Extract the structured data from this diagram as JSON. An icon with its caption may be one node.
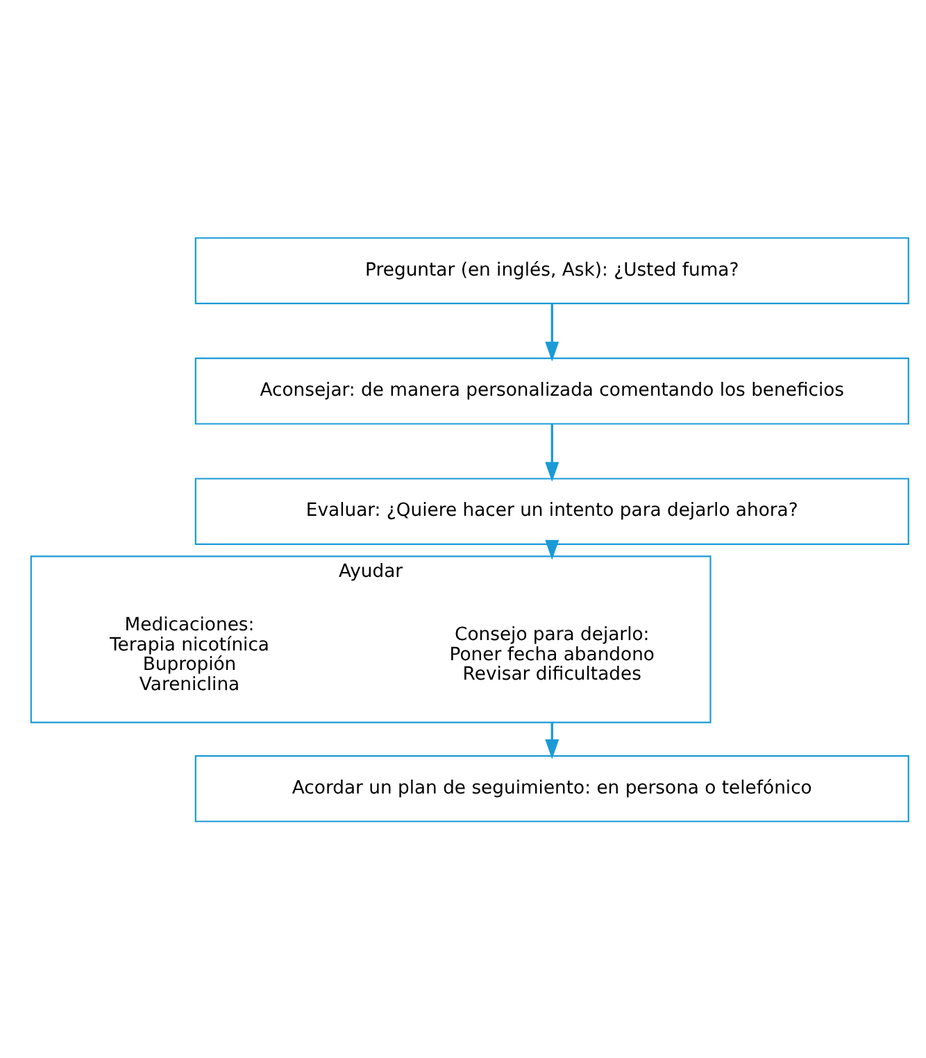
{
  "diagram": {
    "nodes": [
      {
        "text": [
          "Preguntar (en inglés, Ask): ¿Usted fuma?"
        ]
      },
      {
        "text": [
          "Aconsejar: de manera personalizada comentando los beneficios"
        ]
      },
      {
        "text": [
          "Evaluar: ¿Quiere hacer un intento para dejarlo ahora?"
        ]
      },
      {
        "text": [
          "Ayudar"
        ]
      },
      {
        "text": [
          "Consejo para dejarlo:",
          "Poner fecha abandono",
          "Revisar dificultades"
        ],
        "in": 3
      },
      {
        "text": [
          "Medicaciones:",
          "Terapia nicotínica",
          "Bupropión",
          "Vareniclina"
        ],
        "in": 3
      },
      {
        "text": [
          "Acordar un plan de seguimiento: en persona o telefónico"
        ]
      }
    ],
    "edges": [
      {
        "from": 0,
        "to": 1,
        "arrow": "to"
      },
      {
        "from": 1,
        "to": 2,
        "arrow": "to"
      },
      {
        "from": 2,
        "to": 3,
        "arrow": "to"
      },
      {
        "from": 3,
        "to": 6,
        "arrow": "to"
      }
    ]
  }
}
